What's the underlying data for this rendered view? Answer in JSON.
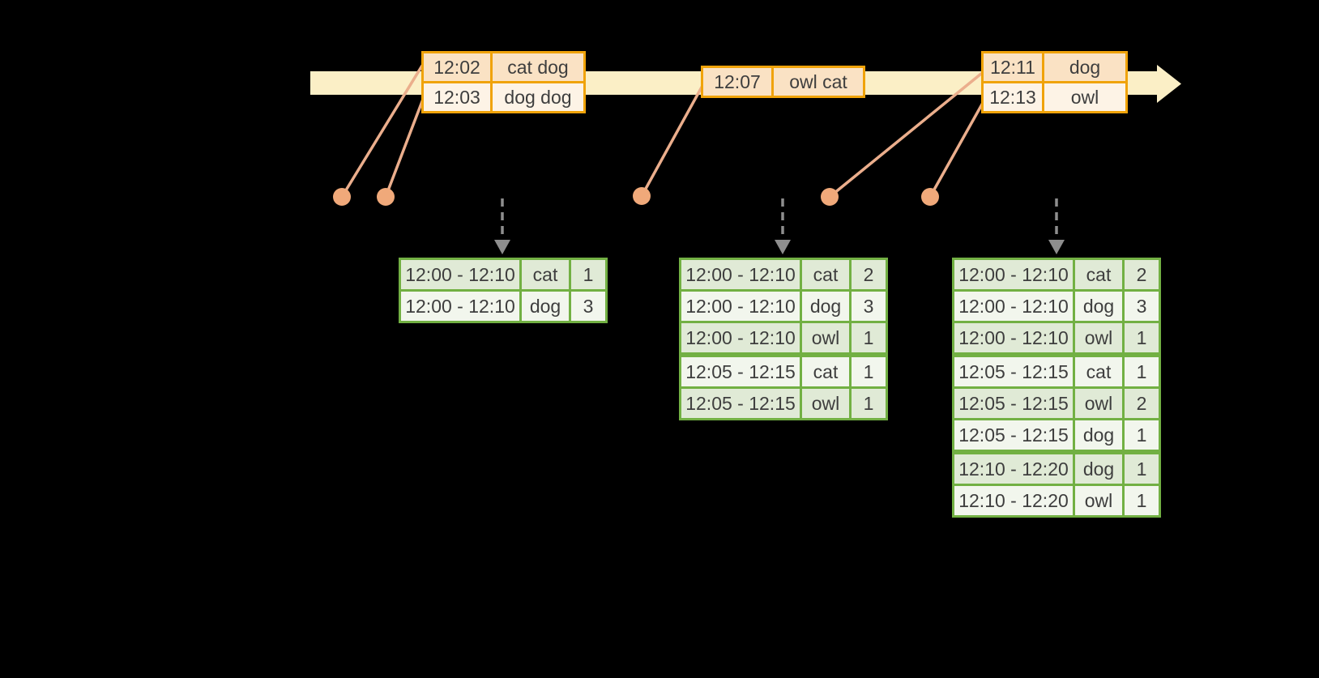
{
  "diagram_kind": "sliding-window-grouped-aggregation-timeline",
  "colors": {
    "background": "#000000",
    "timeline_fill": "#FBEFC6",
    "event_border": "#F0A30A",
    "event_row_dark": "#FAE2C4",
    "event_row_light": "#FDF3E6",
    "marker": "#F0A97A",
    "connector": "#EBAE8C",
    "trigger_arrow": "#8E8E8E",
    "result_border": "#72B043",
    "result_row_dark": "#E0EAD6",
    "result_row_light": "#F2F6ED",
    "text": "#3E3E3E"
  },
  "event_tables": [
    {
      "rows": [
        [
          "12:02",
          "cat dog"
        ],
        [
          "12:03",
          "dog dog"
        ]
      ]
    },
    {
      "rows": [
        [
          "12:07",
          "owl cat"
        ]
      ]
    },
    {
      "rows": [
        [
          "12:11",
          "dog"
        ],
        [
          "12:13",
          "owl"
        ]
      ]
    }
  ],
  "result_tables": [
    {
      "rows": [
        [
          "12:00 - 12:10",
          "cat",
          "1"
        ],
        [
          "12:00 - 12:10",
          "dog",
          "3"
        ]
      ]
    },
    {
      "rows": [
        [
          "12:00 - 12:10",
          "cat",
          "2"
        ],
        [
          "12:00 - 12:10",
          "dog",
          "3"
        ],
        [
          "12:00 - 12:10",
          "owl",
          "1"
        ],
        [
          "12:05 - 12:15",
          "cat",
          "1"
        ],
        [
          "12:05 - 12:15",
          "owl",
          "1"
        ]
      ]
    },
    {
      "rows": [
        [
          "12:00 - 12:10",
          "cat",
          "2"
        ],
        [
          "12:00 - 12:10",
          "dog",
          "3"
        ],
        [
          "12:00 - 12:10",
          "owl",
          "1"
        ],
        [
          "12:05 - 12:15",
          "cat",
          "1"
        ],
        [
          "12:05 - 12:15",
          "owl",
          "2"
        ],
        [
          "12:05 - 12:15",
          "dog",
          "1"
        ],
        [
          "12:10 - 12:20",
          "dog",
          "1"
        ],
        [
          "12:10 - 12:20",
          "owl",
          "1"
        ]
      ]
    }
  ]
}
